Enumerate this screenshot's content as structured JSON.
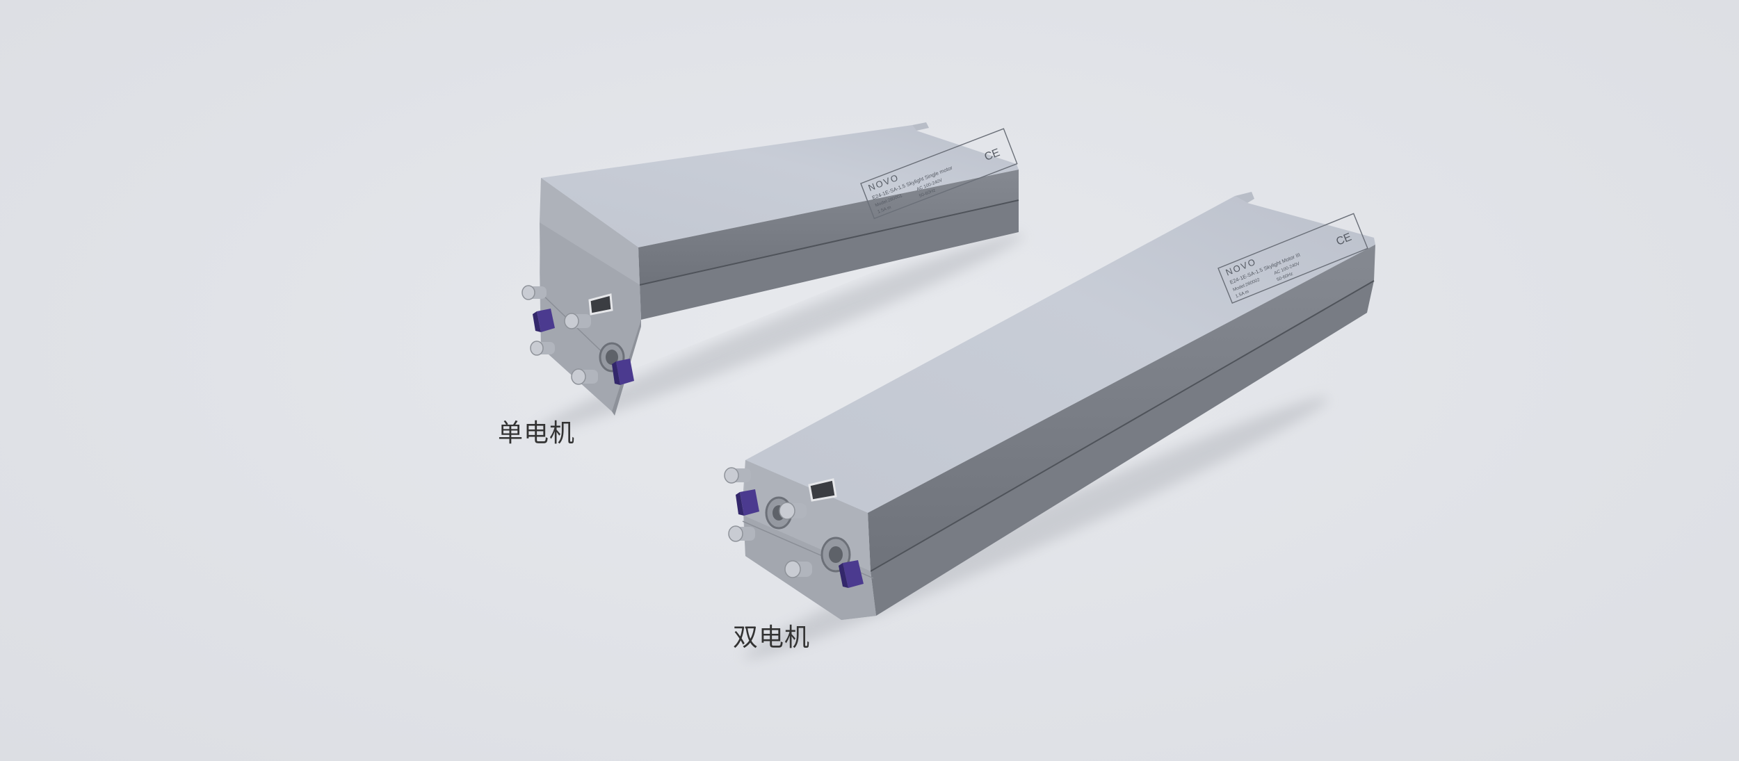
{
  "colors": {
    "background": "#e1e3e8",
    "housing_top": "#c5cad4",
    "housing_side": "#7c8088",
    "connector_accent": "#4b3a8f",
    "caption_text": "#333333"
  },
  "products": [
    {
      "caption": "单电机",
      "label": {
        "brand": "NOVO",
        "model": "E24-1E-SA-1.5 Skylight Single motor",
        "line2_left": "Model:280001",
        "line2_right": "AC 100-240V",
        "line3_left": "1.5A m",
        "line3_right": "50-60Hz",
        "ce_mark": "CE"
      }
    },
    {
      "caption": "双电机",
      "label": {
        "brand": "NOVO",
        "model": "E24-1E-SA-1.5 Skylight Motor III",
        "line2_left": "Model:280002",
        "line2_right": "AC 100-240V",
        "line3_left": "1.5A m",
        "line3_right": "50-60Hz",
        "ce_mark": "CE"
      }
    }
  ]
}
